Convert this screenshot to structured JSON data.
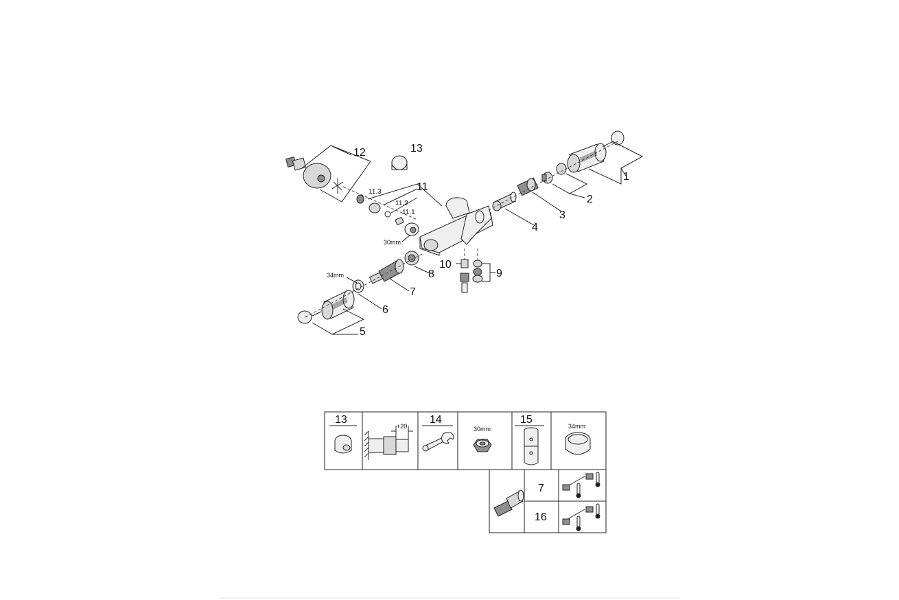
{
  "callouts": {
    "c1": "1",
    "c2": "2",
    "c3": "3",
    "c4": "4",
    "c5": "5",
    "c6": "6",
    "c7": "7",
    "c8": "8",
    "c9": "9",
    "c10": "10",
    "c11": "11",
    "c11_1": "11.1",
    "c11_2": "11.2",
    "c11_3": "11.3",
    "c12": "12",
    "c13": "13"
  },
  "dimensions": {
    "wrench_30": "30mm",
    "wrench_34": "34mm"
  },
  "accessory_table": {
    "top_row": [
      {
        "number": "13",
        "caption": ""
      },
      {
        "number": "",
        "caption": "+20"
      },
      {
        "number": "14",
        "caption": ""
      },
      {
        "number": "",
        "caption": "30mm"
      },
      {
        "number": "15",
        "caption": ""
      },
      {
        "number": "",
        "caption": "34mm"
      }
    ],
    "bottom_rows": [
      {
        "number": "7"
      },
      {
        "number": "16"
      }
    ]
  },
  "colors": {
    "ink": "#222222",
    "part_fill": "#d8d8d8",
    "background": "#ffffff"
  }
}
